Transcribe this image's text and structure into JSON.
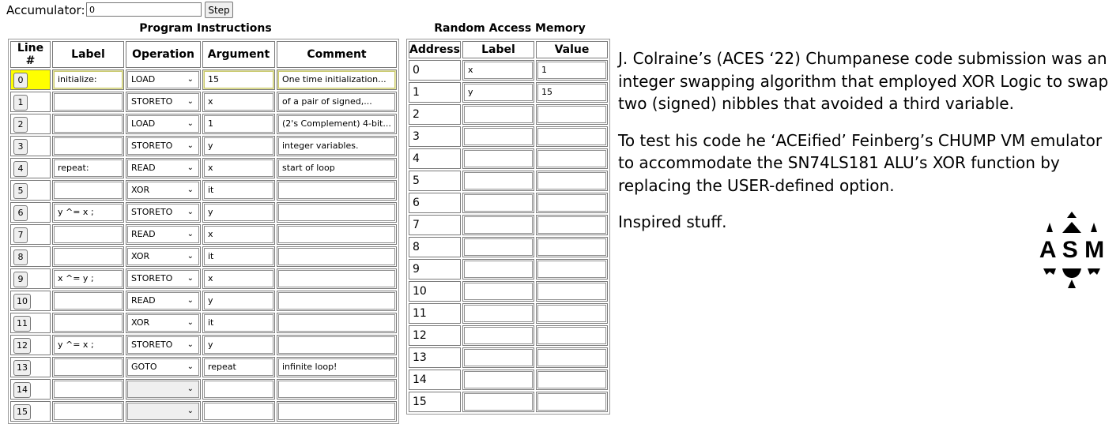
{
  "accumulator": {
    "label": "Accumulator:",
    "value": "0",
    "step_label": "Step"
  },
  "program": {
    "caption": "Program Instructions",
    "headers": {
      "line": "Line #",
      "label": "Label",
      "operation": "Operation",
      "argument": "Argument",
      "comment": "Comment"
    },
    "active_line": 0,
    "rows": [
      {
        "line": "0",
        "label": "initialize:",
        "operation": "LOAD",
        "argument": "15",
        "comment": "One time initialization..."
      },
      {
        "line": "1",
        "label": "",
        "operation": "STORETO",
        "argument": "x",
        "comment": "of a pair of signed,..."
      },
      {
        "line": "2",
        "label": "",
        "operation": "LOAD",
        "argument": "1",
        "comment": "(2's Complement) 4-bit..."
      },
      {
        "line": "3",
        "label": "",
        "operation": "STORETO",
        "argument": "y",
        "comment": "integer variables."
      },
      {
        "line": "4",
        "label": "repeat:",
        "operation": "READ",
        "argument": "x",
        "comment": "start of loop"
      },
      {
        "line": "5",
        "label": "",
        "operation": "XOR",
        "argument": "it",
        "comment": ""
      },
      {
        "line": "6",
        "label": "y ^= x ;",
        "operation": "STORETO",
        "argument": "y",
        "comment": ""
      },
      {
        "line": "7",
        "label": "",
        "operation": "READ",
        "argument": "x",
        "comment": ""
      },
      {
        "line": "8",
        "label": "",
        "operation": "XOR",
        "argument": "it",
        "comment": ""
      },
      {
        "line": "9",
        "label": "x ^= y ;",
        "operation": "STORETO",
        "argument": "x",
        "comment": ""
      },
      {
        "line": "10",
        "label": "",
        "operation": "READ",
        "argument": "y",
        "comment": ""
      },
      {
        "line": "11",
        "label": "",
        "operation": "XOR",
        "argument": "it",
        "comment": ""
      },
      {
        "line": "12",
        "label": "y ^= x ;",
        "operation": "STORETO",
        "argument": "y",
        "comment": ""
      },
      {
        "line": "13",
        "label": "",
        "operation": "GOTO",
        "argument": "repeat",
        "comment": "infinite loop!"
      },
      {
        "line": "14",
        "label": "",
        "operation": "",
        "argument": "",
        "comment": ""
      },
      {
        "line": "15",
        "label": "",
        "operation": "",
        "argument": "",
        "comment": ""
      }
    ]
  },
  "ram": {
    "caption": "Random Access Memory",
    "headers": {
      "address": "Address",
      "label": "Label",
      "value": "Value"
    },
    "rows": [
      {
        "address": "0",
        "label": "x",
        "value": "1"
      },
      {
        "address": "1",
        "label": "y",
        "value": "15"
      },
      {
        "address": "2",
        "label": "",
        "value": ""
      },
      {
        "address": "3",
        "label": "",
        "value": ""
      },
      {
        "address": "4",
        "label": "",
        "value": ""
      },
      {
        "address": "5",
        "label": "",
        "value": ""
      },
      {
        "address": "6",
        "label": "",
        "value": ""
      },
      {
        "address": "7",
        "label": "",
        "value": ""
      },
      {
        "address": "8",
        "label": "",
        "value": ""
      },
      {
        "address": "9",
        "label": "",
        "value": ""
      },
      {
        "address": "10",
        "label": "",
        "value": ""
      },
      {
        "address": "11",
        "label": "",
        "value": ""
      },
      {
        "address": "12",
        "label": "",
        "value": ""
      },
      {
        "address": "13",
        "label": "",
        "value": ""
      },
      {
        "address": "14",
        "label": "",
        "value": ""
      },
      {
        "address": "15",
        "label": "",
        "value": ""
      }
    ]
  },
  "description": {
    "p1": "J. Colraine’s (ACES ‘22) Chumpanese code submission was an integer swapping algorithm that employed XOR Logic to swap two (signed) nibbles that avoided a third variable.",
    "p2": "To test his code he ‘ACEified’  Feinberg’s CHUMP VM emulator to accommodate the SN74LS181 ALU’s XOR function by replacing the USER-defined option.",
    "p3": "Inspired stuff."
  },
  "logo": {
    "text": "A S M",
    "icon": "asm-spade-logo-icon"
  },
  "colors": {
    "active_line": "#ffff00",
    "border": "#7a7a7a"
  }
}
